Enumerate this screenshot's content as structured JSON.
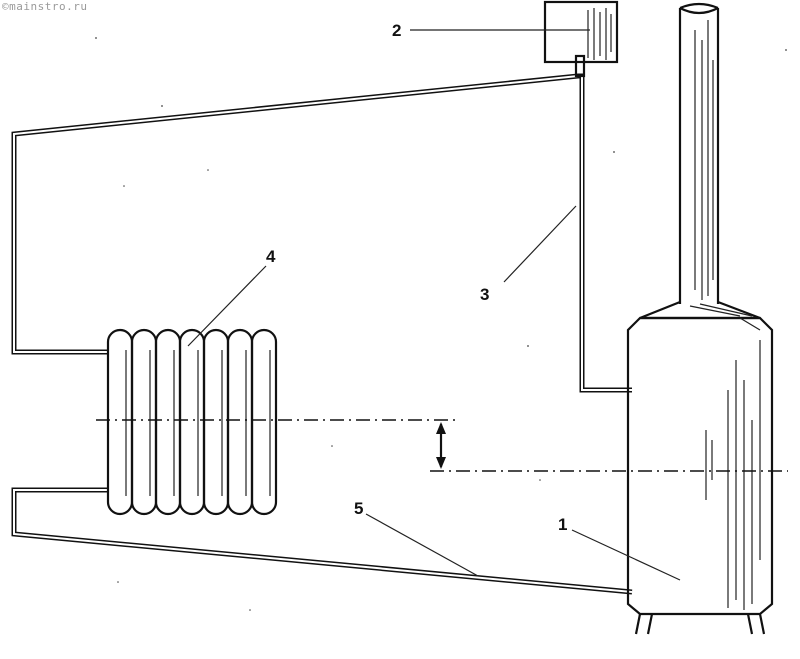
{
  "watermark": "©mainstro.ru",
  "labels": [
    {
      "id": "1",
      "text": "1"
    },
    {
      "id": "2",
      "text": "2"
    },
    {
      "id": "3",
      "text": "3"
    },
    {
      "id": "4",
      "text": "4"
    },
    {
      "id": "5",
      "text": "5"
    }
  ]
}
